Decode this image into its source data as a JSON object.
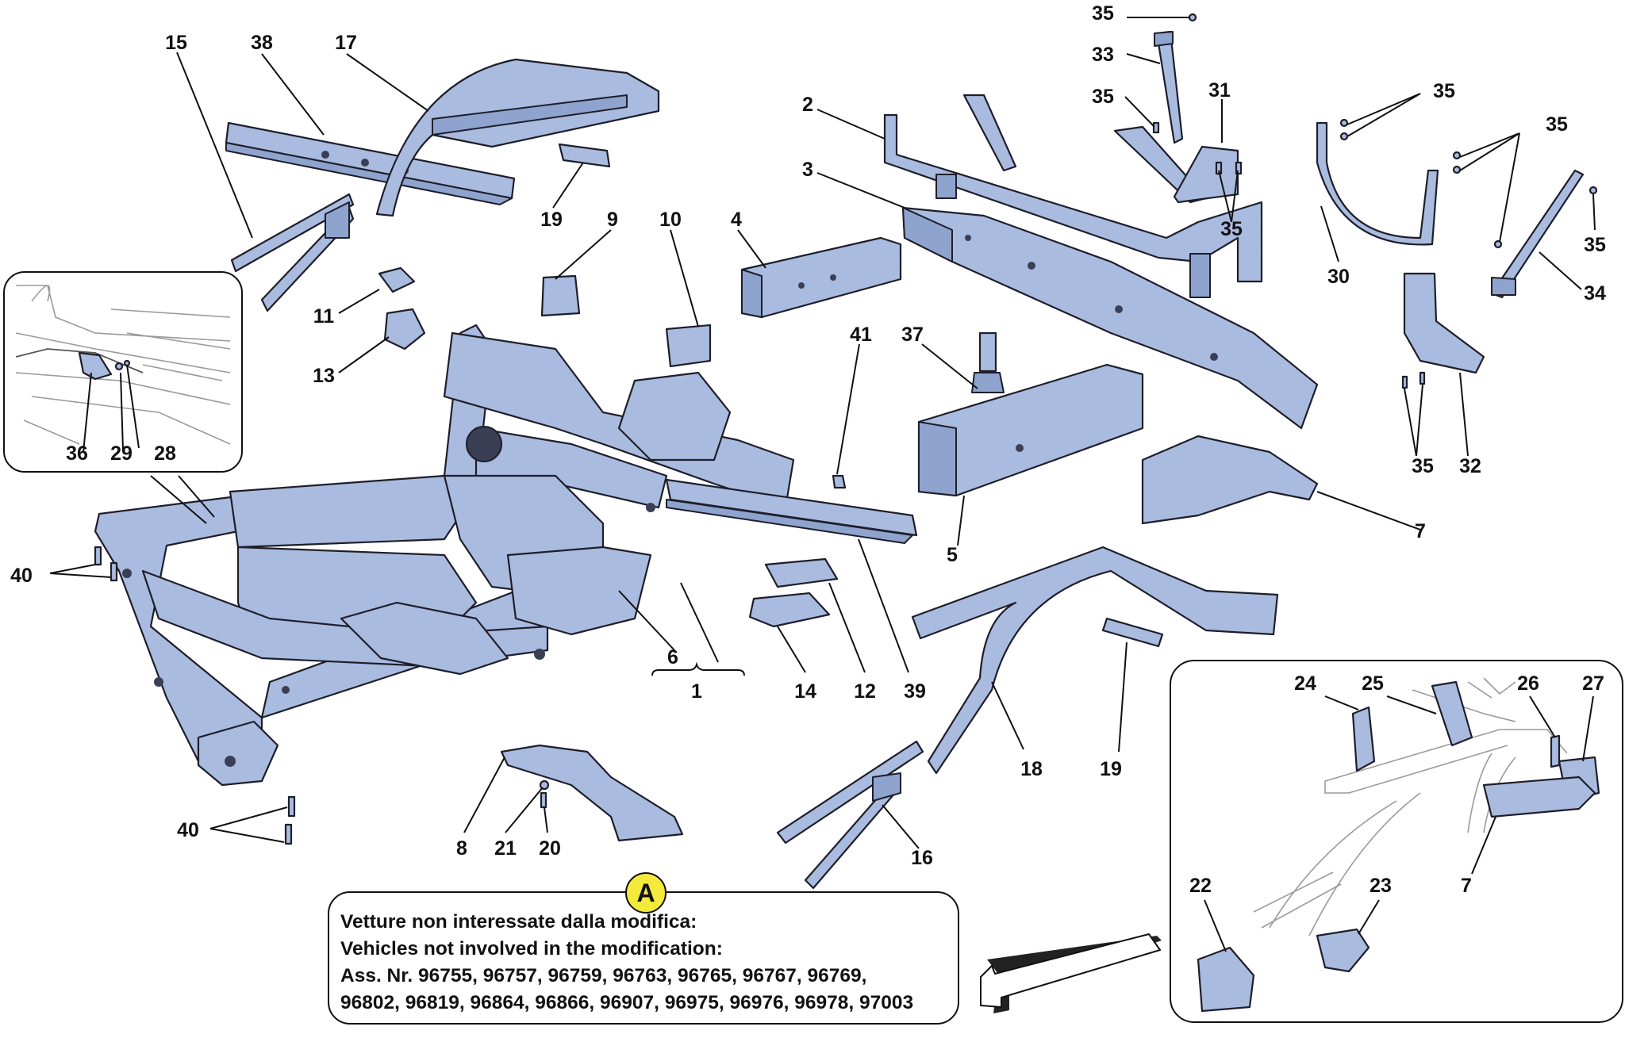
{
  "callouts": [
    {
      "id": "c15",
      "text": "15"
    },
    {
      "id": "c38",
      "text": "38"
    },
    {
      "id": "c17",
      "text": "17"
    },
    {
      "id": "c19a",
      "text": "19"
    },
    {
      "id": "c9",
      "text": "9"
    },
    {
      "id": "c10",
      "text": "10"
    },
    {
      "id": "c4",
      "text": "4"
    },
    {
      "id": "c2",
      "text": "2"
    },
    {
      "id": "c3",
      "text": "3"
    },
    {
      "id": "c35a",
      "text": "35"
    },
    {
      "id": "c33",
      "text": "33"
    },
    {
      "id": "c35b",
      "text": "35"
    },
    {
      "id": "c31",
      "text": "31"
    },
    {
      "id": "c35c",
      "text": "35"
    },
    {
      "id": "c35d",
      "text": "35"
    },
    {
      "id": "c35e",
      "text": "35"
    },
    {
      "id": "c30",
      "text": "30"
    },
    {
      "id": "c35f",
      "text": "35"
    },
    {
      "id": "c34",
      "text": "34"
    },
    {
      "id": "c11",
      "text": "11"
    },
    {
      "id": "c13",
      "text": "13"
    },
    {
      "id": "c41",
      "text": "41"
    },
    {
      "id": "c37",
      "text": "37"
    },
    {
      "id": "c35g",
      "text": "35"
    },
    {
      "id": "c32",
      "text": "32"
    },
    {
      "id": "c36",
      "text": "36"
    },
    {
      "id": "c29",
      "text": "29"
    },
    {
      "id": "c28",
      "text": "28"
    },
    {
      "id": "c5",
      "text": "5"
    },
    {
      "id": "c7a",
      "text": "7"
    },
    {
      "id": "c40a",
      "text": "40"
    },
    {
      "id": "c6",
      "text": "6"
    },
    {
      "id": "c1",
      "text": "1"
    },
    {
      "id": "c14",
      "text": "14"
    },
    {
      "id": "c12",
      "text": "12"
    },
    {
      "id": "c39",
      "text": "39"
    },
    {
      "id": "c18",
      "text": "18"
    },
    {
      "id": "c19b",
      "text": "19"
    },
    {
      "id": "c24",
      "text": "24"
    },
    {
      "id": "c25",
      "text": "25"
    },
    {
      "id": "c26",
      "text": "26"
    },
    {
      "id": "c27",
      "text": "27"
    },
    {
      "id": "c7b",
      "text": "7"
    },
    {
      "id": "c40b",
      "text": "40"
    },
    {
      "id": "c8",
      "text": "8"
    },
    {
      "id": "c21",
      "text": "21"
    },
    {
      "id": "c20",
      "text": "20"
    },
    {
      "id": "c16",
      "text": "16"
    },
    {
      "id": "c22",
      "text": "22"
    },
    {
      "id": "c23",
      "text": "23"
    }
  ],
  "note": {
    "badge": "A",
    "line1": "Vetture non interessate dalla modifica:",
    "line2": "Vehicles not involved in the modification:",
    "line3": "Ass. Nr. 96755, 96757, 96759, 96763, 96765, 96767, 96769,",
    "line4": "96802, 96819, 96864, 96866, 96907, 96975, 96976, 96978, 97003"
  },
  "colors": {
    "part_fill": "#aabbe0",
    "outline": "#1e1e2a",
    "badge": "#f4ea3c"
  },
  "icons": {
    "direction_arrow": "front-direction-arrow-icon"
  }
}
